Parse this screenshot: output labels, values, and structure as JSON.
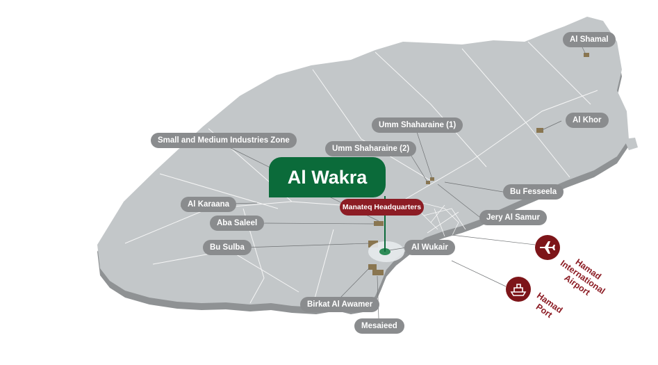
{
  "labels": {
    "al_shamal": "Al Shamal",
    "al_khor": "Al Khor",
    "umm_shaharaine_1": "Umm Shaharaine (1)",
    "umm_shaharaine_2": "Umm Shaharaine (2)",
    "small_medium": "Small and Medium Industries Zone",
    "al_karaana": "Al Karaana",
    "aba_saleel": "Aba Saleel",
    "bu_sulba": "Bu Sulba",
    "bu_fesseela": "Bu Fesseela",
    "jery_al_samur": "Jery Al Samur",
    "al_wukair": "Al Wukair",
    "birkat_al_awamer": "Birkat Al Awamer",
    "mesaieed": "Mesaieed"
  },
  "callout": {
    "title": "Al Wakra",
    "subtitle": "Manateq Headquarters"
  },
  "airport": {
    "line1": "Hamad",
    "line2": "International",
    "line3": "Airport"
  },
  "port": {
    "line1": "Hamad",
    "line2": "Port"
  },
  "colors": {
    "land": "#c3c7c9",
    "land_side": "#8f9294",
    "callout": "#0b6b3a",
    "hq": "#8c1c24",
    "pill": "#8a8c8e",
    "zone": "#8a7650"
  },
  "icons": {
    "airport": "airplane-icon",
    "port": "ship-icon"
  }
}
